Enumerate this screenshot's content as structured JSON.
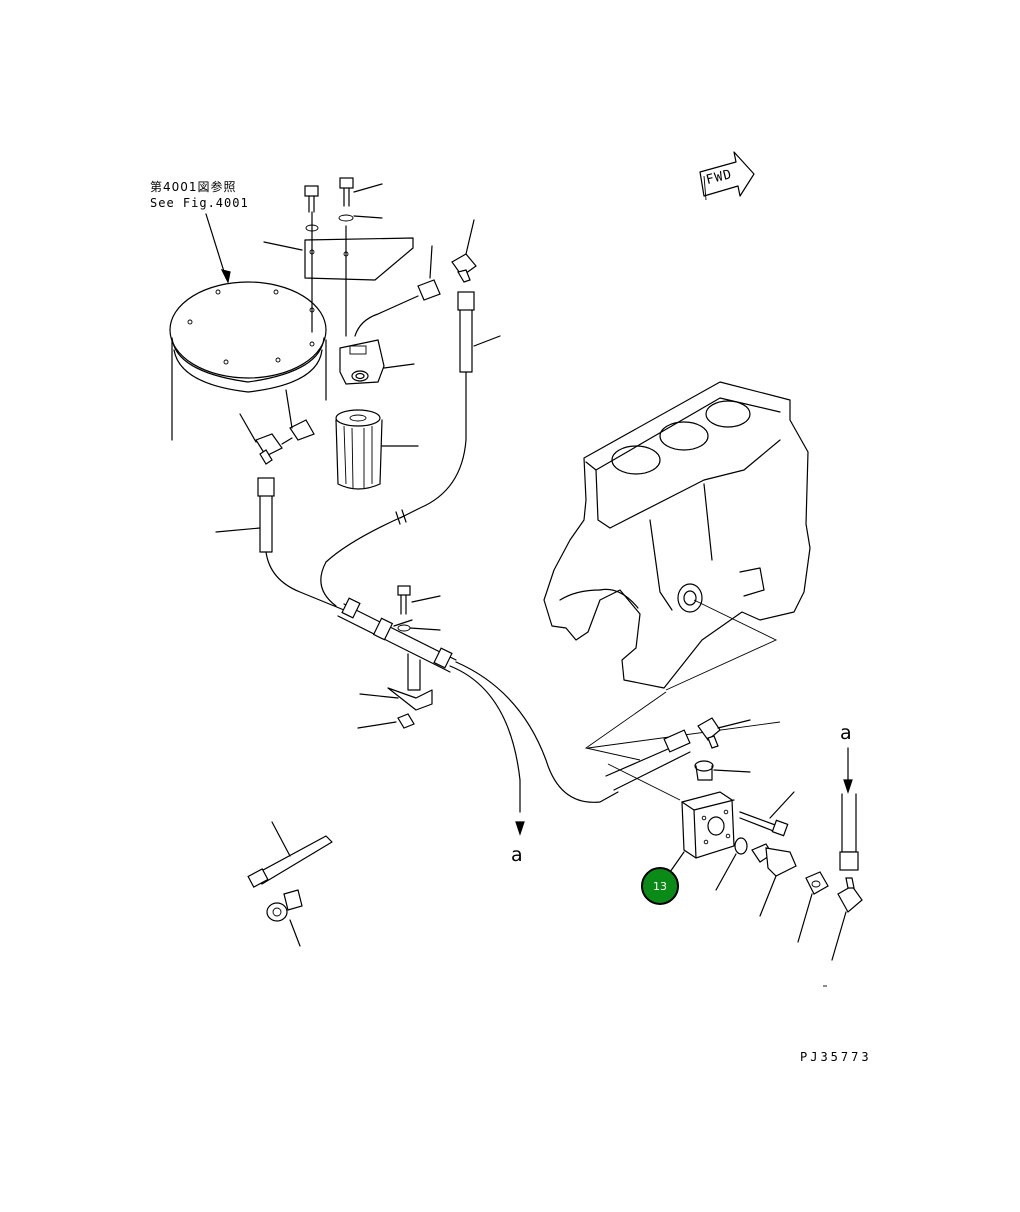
{
  "reference": {
    "jp": "第4001図参照",
    "en": "See Fig.4001"
  },
  "direction_marker": "FWD",
  "connection_marks": [
    "a",
    "a"
  ],
  "highlight_callout": {
    "label": "13",
    "color": "#0a8a16"
  },
  "drawing_code": "PJ35773"
}
